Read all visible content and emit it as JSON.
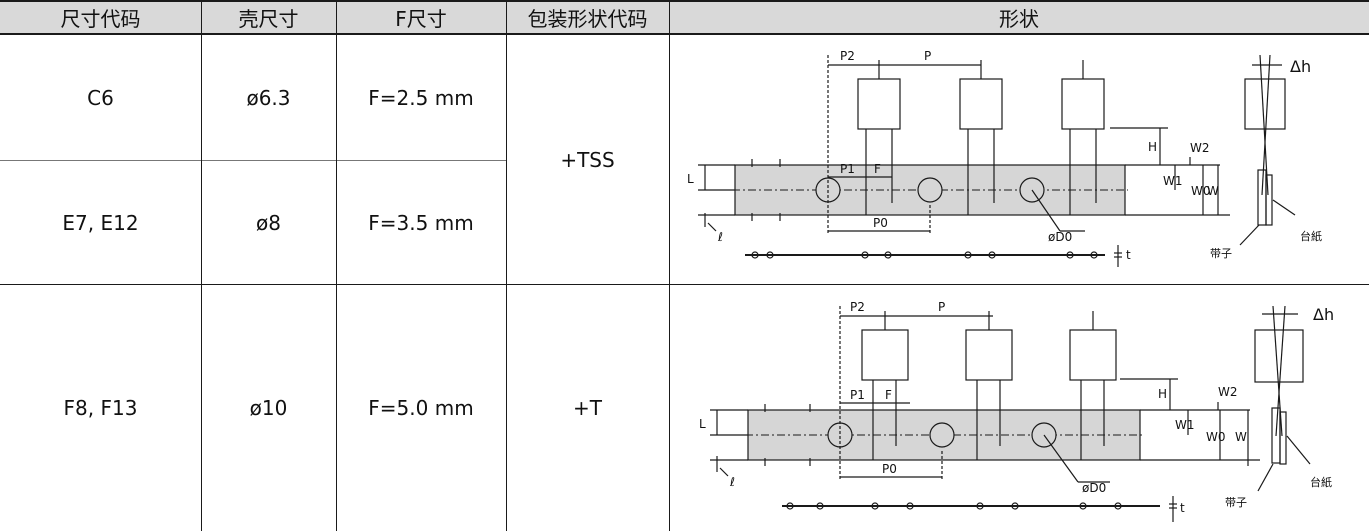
{
  "headers": {
    "size_code": "尺寸代码",
    "case_size": "壳尺寸",
    "f_size": "F尺寸",
    "package_code": "包装形状代码",
    "shape": "形状"
  },
  "rows": [
    {
      "size_code": "C6",
      "case_size": "ø6.3",
      "f_size": "F=2.5 mm"
    },
    {
      "size_code": "E7, E12",
      "case_size": "ø8",
      "f_size": "F=3.5 mm"
    },
    {
      "size_code": "F8, F13",
      "case_size": "ø10",
      "f_size": "F=5.0 mm"
    }
  ],
  "package_codes": [
    "+TSS",
    "+T"
  ],
  "diagram_labels": {
    "p2": "P2",
    "p": "P",
    "p1": "P1",
    "f": "F",
    "p0": "P0",
    "h": "H",
    "w2": "W2",
    "w1": "W1",
    "w0": "W0",
    "w": "W",
    "l": "L",
    "ell": "ℓ",
    "od0": "øD0",
    "t": "t",
    "dh": "Δh",
    "tape": "带子",
    "paper": "台紙"
  },
  "colors": {
    "header_bg": "#d9d9d9",
    "tape_fill": "#d6d6d6",
    "line": "#1a1a1a"
  }
}
